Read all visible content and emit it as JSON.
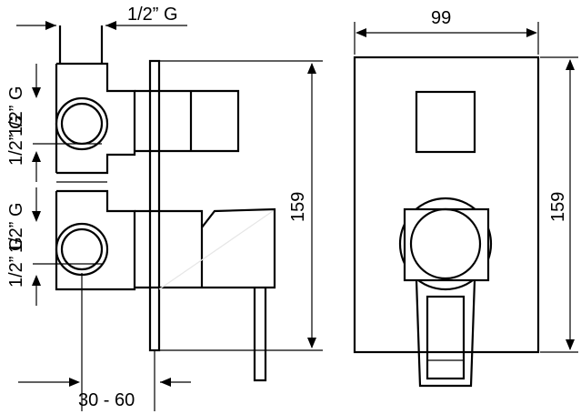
{
  "drawing": {
    "dim_thread_top": "1/2” G",
    "dim_thread_left_1a": "1/2” G",
    "dim_thread_left_1b": "1/2” G",
    "dim_thread_left_2a": "1/2” G",
    "dim_thread_left_2b": "1/2” G",
    "dim_depth": "30 - 60",
    "dim_height_side": "159",
    "dim_width_front": "99",
    "dim_height_front": "159"
  },
  "colors": {
    "line": "#000000",
    "background": "#ffffff"
  }
}
